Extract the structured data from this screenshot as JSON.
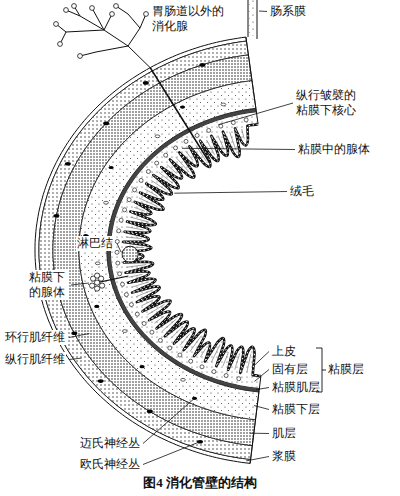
{
  "diagram": {
    "caption": "图4 消化管壁的结构",
    "labels": [
      "胃肠道以外的 消化腺",
      "肠系膜",
      "纵行皱襞的 粘膜下核心",
      "粘膜中的腺体",
      "绒毛",
      "淋巴结",
      "粘膜下 的腺体",
      "环行肌纤维",
      "纵行肌纤维",
      "上皮",
      "固有层",
      "粘膜层",
      "粘膜肌层",
      "粘膜下层",
      "迈氏神经丛",
      "肌层",
      "欧氏神经丛",
      "浆膜"
    ]
  }
}
